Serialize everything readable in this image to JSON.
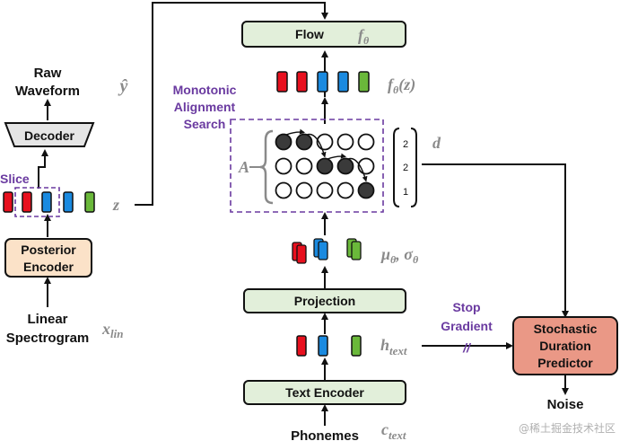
{
  "boxes": {
    "flow": "Flow",
    "decoder": "Decoder",
    "posterior_encoder_line1": "Posterior",
    "posterior_encoder_line2": "Encoder",
    "projection": "Projection",
    "text_encoder": "Text Encoder",
    "sdp_line1": "Stochastic",
    "sdp_line2": "Duration",
    "sdp_line3": "Predictor"
  },
  "labels": {
    "raw_waveform_line1": "Raw",
    "raw_waveform_line2": "Waveform",
    "linear_spectrogram_line1": "Linear",
    "linear_spectrogram_line2": "Spectrogram",
    "phonemes": "Phonemes",
    "noise": "Noise",
    "slice": "Slice",
    "mas_line1": "Monotonic",
    "mas_line2": "Alignment",
    "mas_line3": "Search",
    "stop_gradient_line1": "Stop",
    "stop_gradient_line2": "Gradient",
    "stop_mark": "//"
  },
  "math": {
    "f_theta": "fθ",
    "f_theta_z": "fθ(z)",
    "y_hat": "ŷ",
    "z": "z",
    "x_lin": "xlin",
    "A": "A",
    "d": "d",
    "mu_sigma": "μθ, σθ",
    "h_text": "htext",
    "c_text": "ctext"
  },
  "durations": [
    "2",
    "2",
    "1"
  ],
  "alignment_matrix": [
    [
      1,
      1,
      0,
      0,
      0
    ],
    [
      0,
      0,
      1,
      1,
      0
    ],
    [
      0,
      0,
      0,
      0,
      1
    ]
  ],
  "colors": {
    "red": "#e8101e",
    "blue": "#1a8ae0",
    "green": "#6ab83a",
    "box_green": "#e2efda",
    "box_peach": "#fbe2c8",
    "box_salmon": "#ea9886",
    "box_gray": "#e5e5e5",
    "purple": "#6a3aa0"
  },
  "watermark": "@稀土掘金技术社区"
}
